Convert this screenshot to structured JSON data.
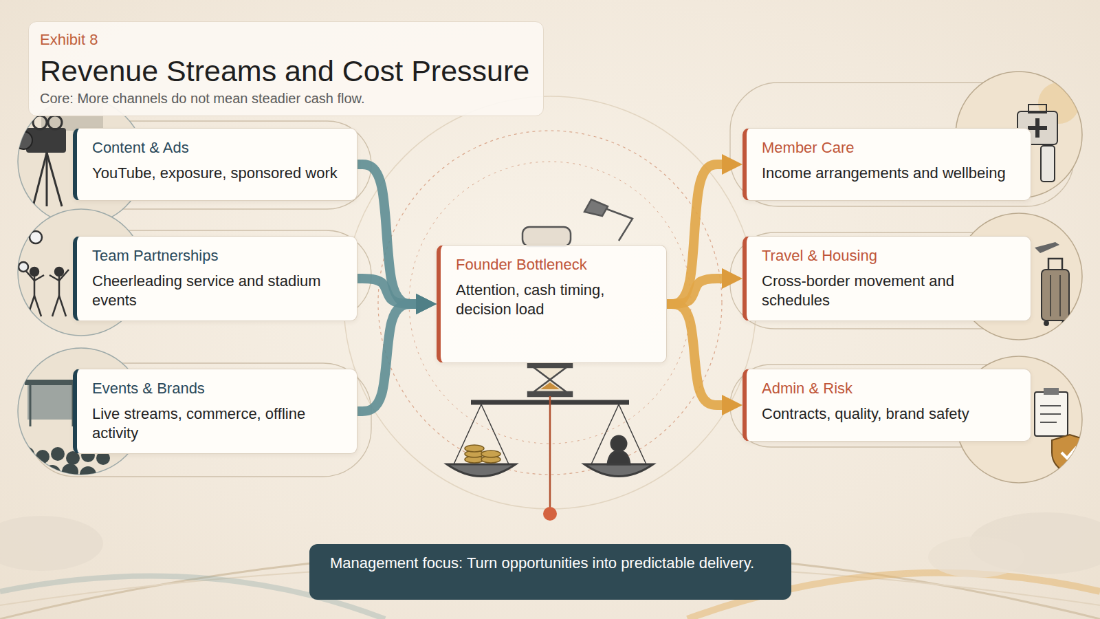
{
  "diagram": {
    "title": "Revenue Streams and Cost Pressure",
    "caption": "Core: More channels do not mean steadier cash flow.",
    "nodes": [
      {
        "text": [
          "Content & Ads",
          "YouTube, exposure, sponsored work"
        ]
      },
      {
        "text": [
          "Team Partnerships",
          "Cheerleading service and stadium events"
        ]
      },
      {
        "text": [
          "Events & Brands",
          "Live streams, commerce, offline activity"
        ]
      },
      {
        "text": [
          "Founder Bottleneck",
          "Attention, cash timing, decision load"
        ]
      },
      {
        "text": [
          "Member Care",
          "Income arrangements and wellbeing"
        ]
      },
      {
        "text": [
          "Travel & Housing",
          "Cross-border movement and schedules"
        ]
      },
      {
        "text": [
          "Admin & Risk",
          "Contracts, quality, brand safety"
        ]
      },
      {
        "text": [
          "Management focus: Turn opportunities into predictable delivery."
        ]
      }
    ],
    "edges": [
      {
        "from": 0,
        "to": 3,
        "arrow": "to"
      },
      {
        "from": 1,
        "to": 3,
        "arrow": "to"
      },
      {
        "from": 2,
        "to": 3,
        "arrow": "to"
      },
      {
        "from": 3,
        "to": 4,
        "arrow": "to"
      },
      {
        "from": 3,
        "to": 5,
        "arrow": "to"
      },
      {
        "from": 3,
        "to": 6,
        "arrow": "to"
      }
    ],
    "labels": [
      "Exhibit 8"
    ]
  }
}
